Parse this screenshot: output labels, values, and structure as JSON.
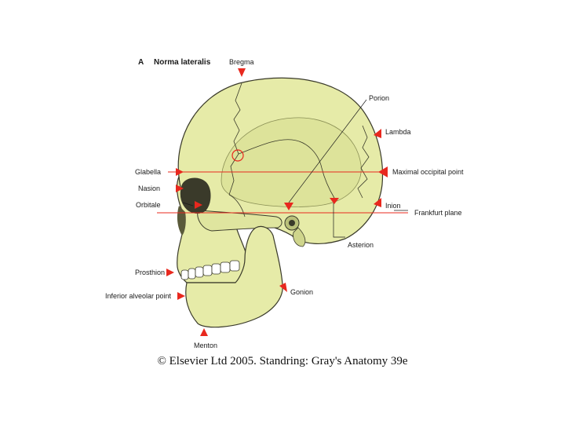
{
  "figure": {
    "panel_letter": "A",
    "title": "Norma lateralis",
    "caption": "© Elsevier Ltd 2005. Standring: Gray's Anatomy 39e"
  },
  "labels": {
    "bregma": "Bregma",
    "porion": "Porion",
    "lambda": "Lambda",
    "glabella": "Glabella",
    "maximal_occipital_point": "Maximal occipital point",
    "nasion": "Nasion",
    "orbitale": "Orbitale",
    "inion": "Inion",
    "frankfurt_plane": "Frankfurt plane",
    "asterion": "Asterion",
    "prosthion": "Prosthion",
    "inferior_alveolar_point": "Inferior alveolar point",
    "gonion": "Gonion",
    "menton": "Menton"
  },
  "colors": {
    "bone": "#e6eba8",
    "bone_shadow": "#b9c07a",
    "outline": "#3a3a2a",
    "marker": "#e8281e",
    "text": "#1a1a1a"
  }
}
